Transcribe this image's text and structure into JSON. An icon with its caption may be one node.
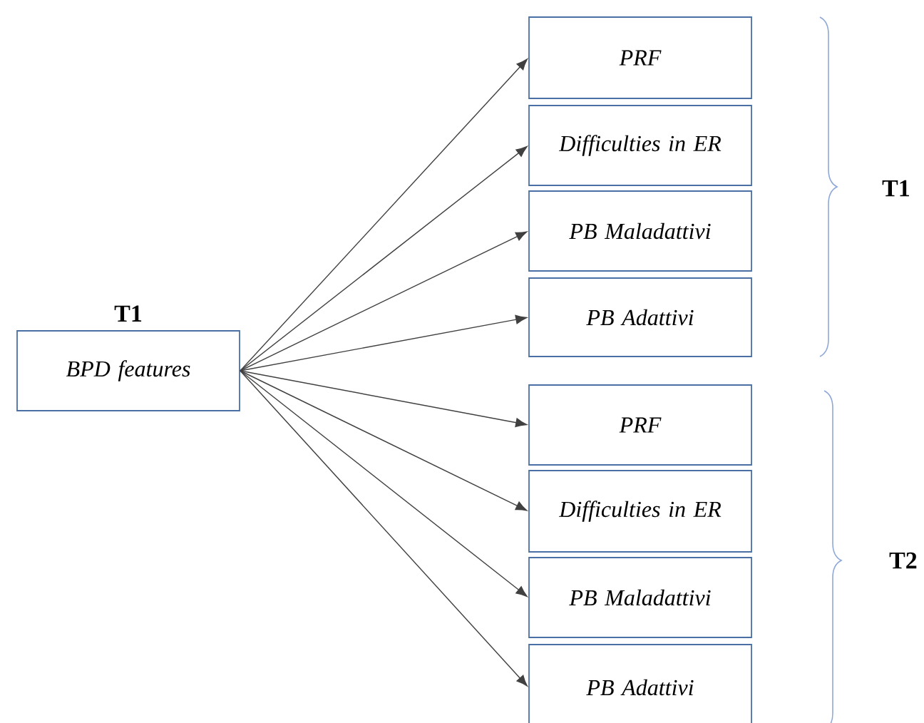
{
  "diagram": {
    "nodes": [
      {
        "text": [
          "T1",
          "BPD features"
        ]
      },
      {
        "text": [
          "PRF"
        ]
      },
      {
        "text": [
          "Difficulties in ER"
        ]
      },
      {
        "text": [
          "PB Maladattivi"
        ]
      },
      {
        "text": [
          "PB Adattivi"
        ]
      },
      {
        "text": [
          "PRF"
        ]
      },
      {
        "text": [
          "Difficulties in ER"
        ]
      },
      {
        "text": [
          "PB Maladattivi"
        ]
      },
      {
        "text": [
          "PB Adattivi"
        ]
      }
    ],
    "edges": [
      {
        "from": 0,
        "to": 1,
        "arrow": "to"
      },
      {
        "from": 0,
        "to": 2,
        "arrow": "to"
      },
      {
        "from": 0,
        "to": 3,
        "arrow": "to"
      },
      {
        "from": 0,
        "to": 4,
        "arrow": "to"
      },
      {
        "from": 0,
        "to": 5,
        "arrow": "to"
      },
      {
        "from": 0,
        "to": 6,
        "arrow": "to"
      },
      {
        "from": 0,
        "to": 7,
        "arrow": "to"
      },
      {
        "from": 0,
        "to": 8,
        "arrow": "to"
      }
    ],
    "labels": [
      "T1",
      "T2"
    ]
  }
}
